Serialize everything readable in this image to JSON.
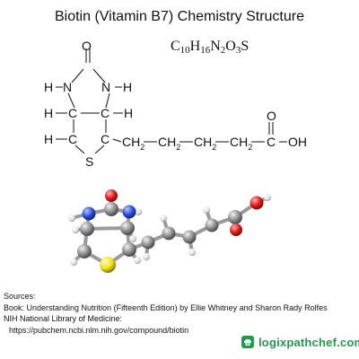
{
  "header": {
    "title": "Biotin (Vitamin B7) Chemistry Structure",
    "formula": {
      "c": "C",
      "c_n": "10",
      "h": "H",
      "h_n": "16",
      "n": "N",
      "n_n": "2",
      "o": "O",
      "o_n": "3",
      "s": "S"
    }
  },
  "structure": {
    "atoms": {
      "o_top": "O",
      "h_nl": "H",
      "n_l": "N",
      "n_r": "N",
      "h_nr": "H",
      "h_l1": "H",
      "c_l1": "C",
      "c_r1": "C",
      "h_r1": "H",
      "h_l2": "H",
      "c_l2": "C",
      "c_r2": "C",
      "s": "S",
      "ch2_1": "CH",
      "ch2_1n": "2",
      "ch2_2": "CH",
      "ch2_2n": "2",
      "ch2_3": "CH",
      "ch2_3n": "2",
      "ch2_4": "CH",
      "ch2_4n": "2",
      "c_acid": "C",
      "o_acid": "O",
      "oh_acid": "OH"
    }
  },
  "colors": {
    "carbon": "#8c8c8c",
    "hydrogen": "#e8e8e8",
    "nitrogen": "#2a4fd6",
    "oxygen": "#e01b1b",
    "sulfur": "#f2e21a",
    "brand": "#1f9b4a"
  },
  "sources": {
    "heading": "Sources:",
    "book": "Book: Understanding Nutrition (Fifteenth Edition) by Ellie Whitney and Sharon Rady Rolfes",
    "nih": "NIH National Library of Medicine:",
    "url": "https://pubchem.ncbi.nlm.nih.gov/compound/biotin"
  },
  "brand": {
    "name": "logixpathchef.com",
    "icon": "chef-logo-icon"
  }
}
